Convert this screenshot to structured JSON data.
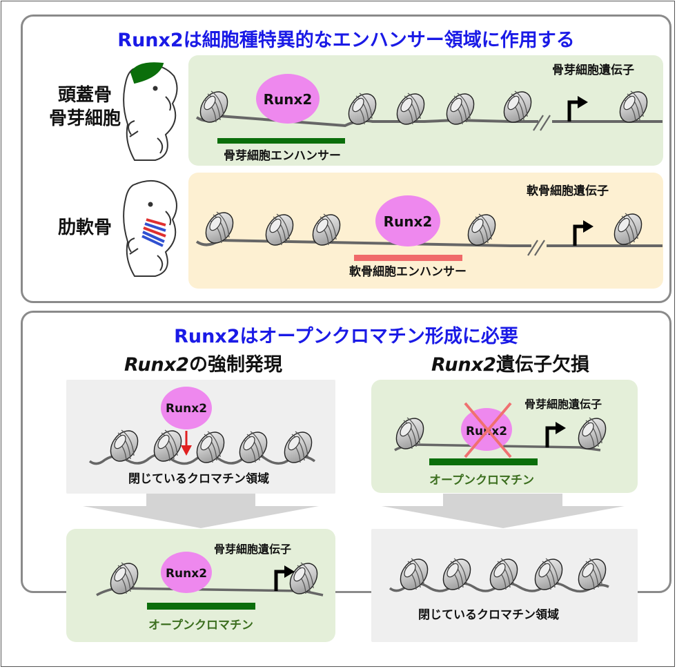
{
  "top": {
    "title": "Runx2は細胞種特異的なエンハンサー領域に作用する",
    "rows": [
      {
        "tissue_lines": [
          "頭蓋骨",
          "骨芽細胞"
        ],
        "factor": "Runx2",
        "gene": "骨芽細胞遺伝子",
        "enhancer": "骨芽細胞エンハンサー",
        "enhancer_color": "#0b6e0b",
        "bg": "green"
      },
      {
        "tissue_lines": [
          "肋軟骨"
        ],
        "factor": "Runx2",
        "gene": "軟骨細胞遺伝子",
        "enhancer": "軟骨細胞エンハンサー",
        "enhancer_color": "#f06a6a",
        "bg": "cream"
      }
    ]
  },
  "bottom": {
    "title": "Runx2はオープンクロマチン形成に必要",
    "left": {
      "heading_italic": "Runx2",
      "heading_rest": "の強制発現",
      "before": {
        "factor": "Runx2",
        "caption": "閉じているクロマチン領域"
      },
      "after": {
        "factor": "Runx2",
        "gene": "骨芽細胞遺伝子",
        "caption": "オープンクロマチン"
      }
    },
    "right": {
      "heading_italic": "Runx2",
      "heading_rest": "遺伝子欠損",
      "before": {
        "factor": "Runx2",
        "gene": "骨芽細胞遺伝子",
        "caption": "オープンクロマチン"
      },
      "after": {
        "caption": "閉じているクロマチン領域"
      }
    }
  },
  "colors": {
    "title": "#1a1ae6",
    "runx2": "#ee88ee",
    "enhancer_green": "#0b6e0b",
    "enhancer_red": "#f06a6a",
    "cross": "#f07070",
    "arrow_red": "#e02020",
    "caption_green": "#3b6e1e"
  }
}
